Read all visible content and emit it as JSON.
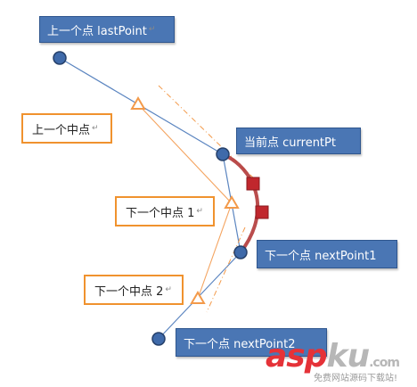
{
  "labels": {
    "last_point": "上一个点 lastPoint",
    "last_mid": "上一个中点",
    "current_point": "当前点 currentPt",
    "next_mid_1": "下一个中点 1",
    "next_point_1": "下一个点 nextPoint1",
    "next_mid_2": "下一个中点 2",
    "next_point_2": "下一个点 nextPoint2"
  },
  "paragraph_mark": "↵",
  "watermark": {
    "logo_red": "asp",
    "logo_gray": "ku",
    "logo_tld": ".com",
    "subtitle": "免费网站源码下载站!"
  },
  "colors": {
    "point_fill": "#3f6aaa",
    "point_stroke": "#26406a",
    "line": "#5b85c0",
    "mid_line": "#f4a460",
    "tangent": "#f39a4a",
    "triangle": "#f39a4a",
    "curve": "#b23a3a",
    "control": "#c0272d",
    "box_blue": "#4a76b4",
    "box_border_orange": "#f0922e"
  }
}
